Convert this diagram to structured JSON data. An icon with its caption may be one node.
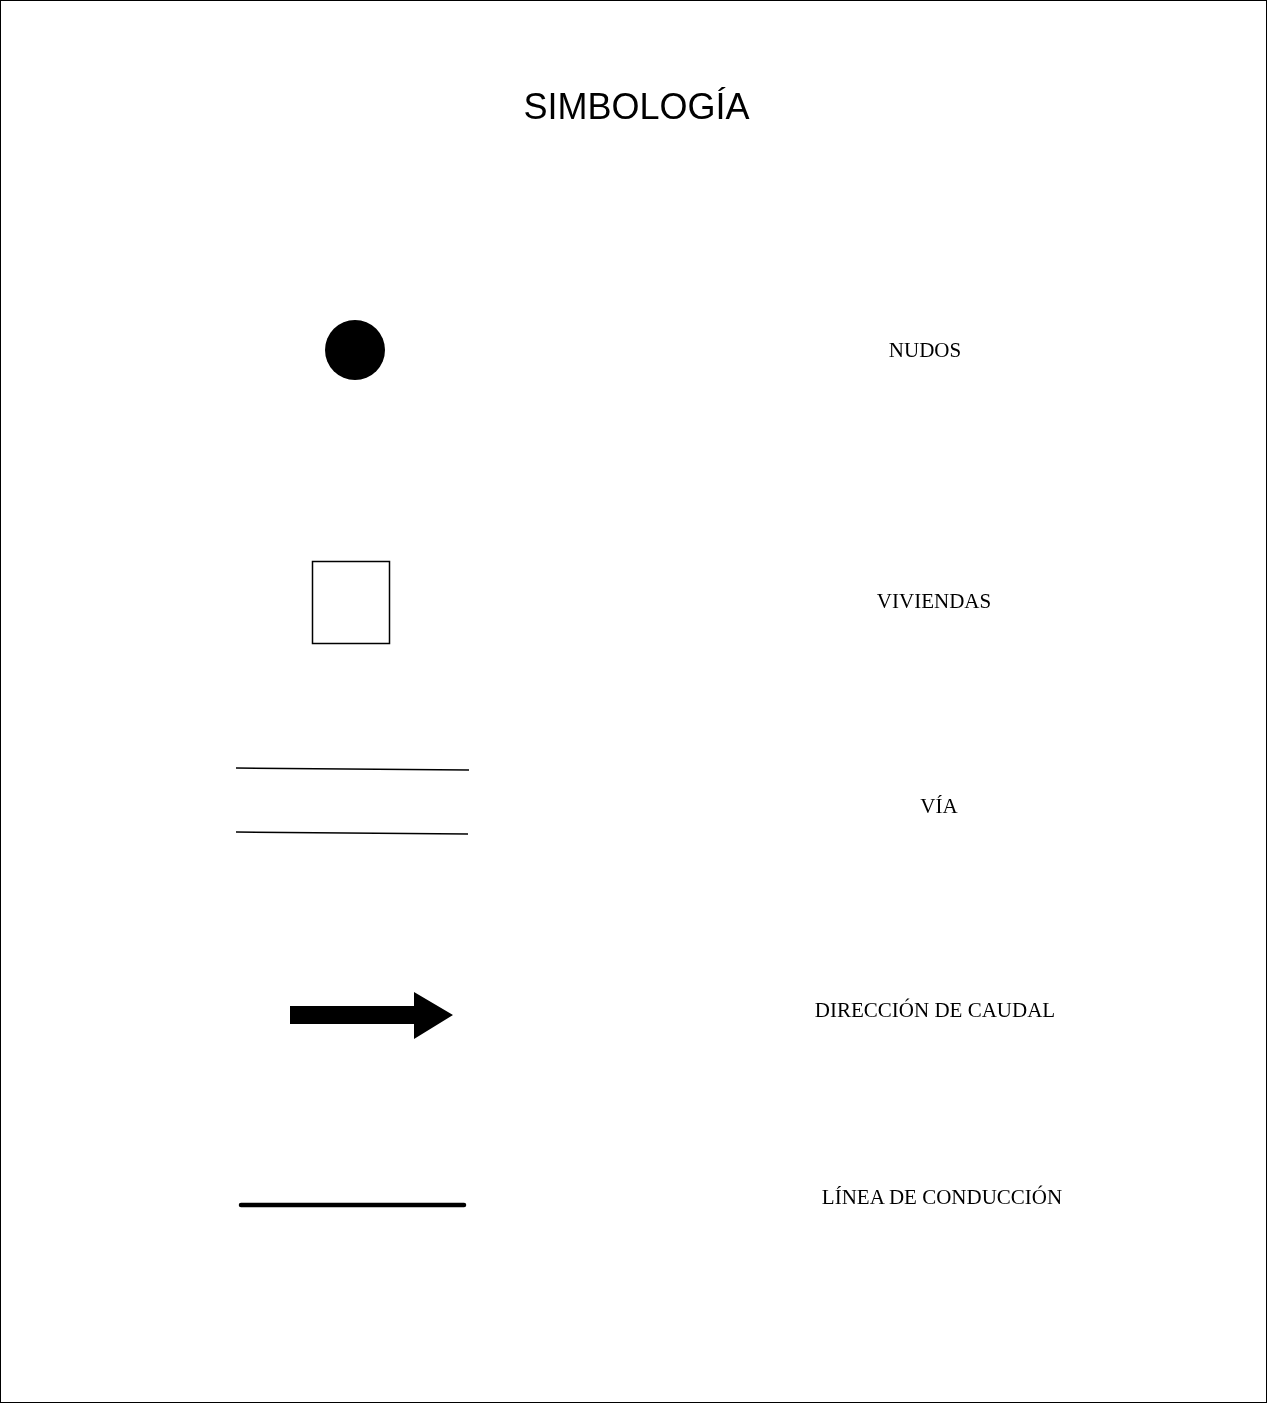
{
  "diagram": {
    "title": "SIMBOLOGÍA",
    "legend": [
      {
        "text": "NUDOS"
      },
      {
        "text": "VIVIENDAS"
      },
      {
        "text": "VÍA"
      },
      {
        "text": "DIRECCIÓN DE CAUDAL"
      },
      {
        "text": "LÍNEA DE CONDUCCIÓN"
      }
    ]
  }
}
